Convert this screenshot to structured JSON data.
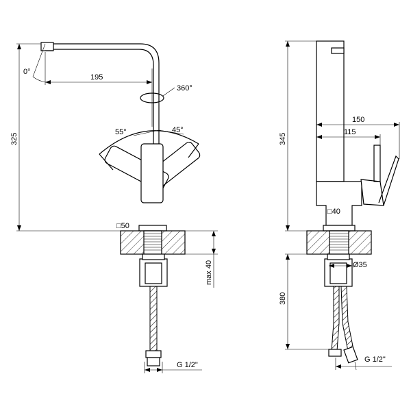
{
  "labels": {
    "front_spout_reach": "195",
    "front_height": "325",
    "rotation": "360°",
    "lever_angle_left": "55°",
    "lever_angle_right": "45°",
    "spout_angle": "0°",
    "base_square": "□50",
    "max_thickness": "max 40",
    "connection_front": "G 1/2\"",
    "side_height": "345",
    "side_depth_total": "150",
    "side_depth_inner": "115",
    "side_body_square": "□40",
    "side_shank_diameter": "Ø35",
    "side_hose_length": "380",
    "connection_side": "G 1/2\""
  }
}
